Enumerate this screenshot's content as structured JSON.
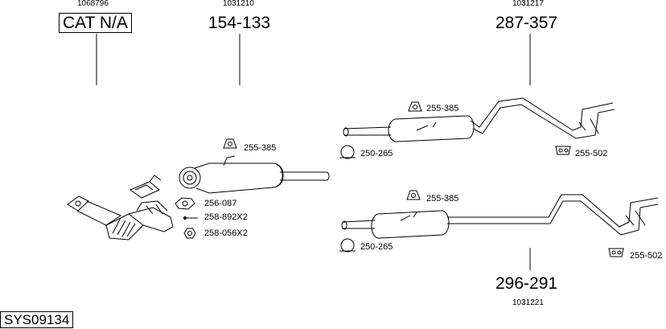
{
  "diagram_id": "SYS09134",
  "assemblies": {
    "catalyst": {
      "ref": "1068796",
      "part": "CAT N/A"
    },
    "front_silencer": {
      "ref": "1031210",
      "part": "154-133"
    },
    "rear_silencer_upper": {
      "ref": "1031217",
      "part": "287-357"
    },
    "rear_silencer_lower": {
      "ref": "1031221",
      "part": "296-291"
    }
  },
  "fittings": {
    "front_hanger": "255-385",
    "gasket": "256-087",
    "bolt": "258-892X2",
    "nut": "258-056X2",
    "upper_hanger": "255-385",
    "upper_clamp": "250-265",
    "upper_rear_hanger": "255-502",
    "lower_hanger": "255-385",
    "lower_clamp": "250-265",
    "lower_rear_hanger": "255-502"
  }
}
